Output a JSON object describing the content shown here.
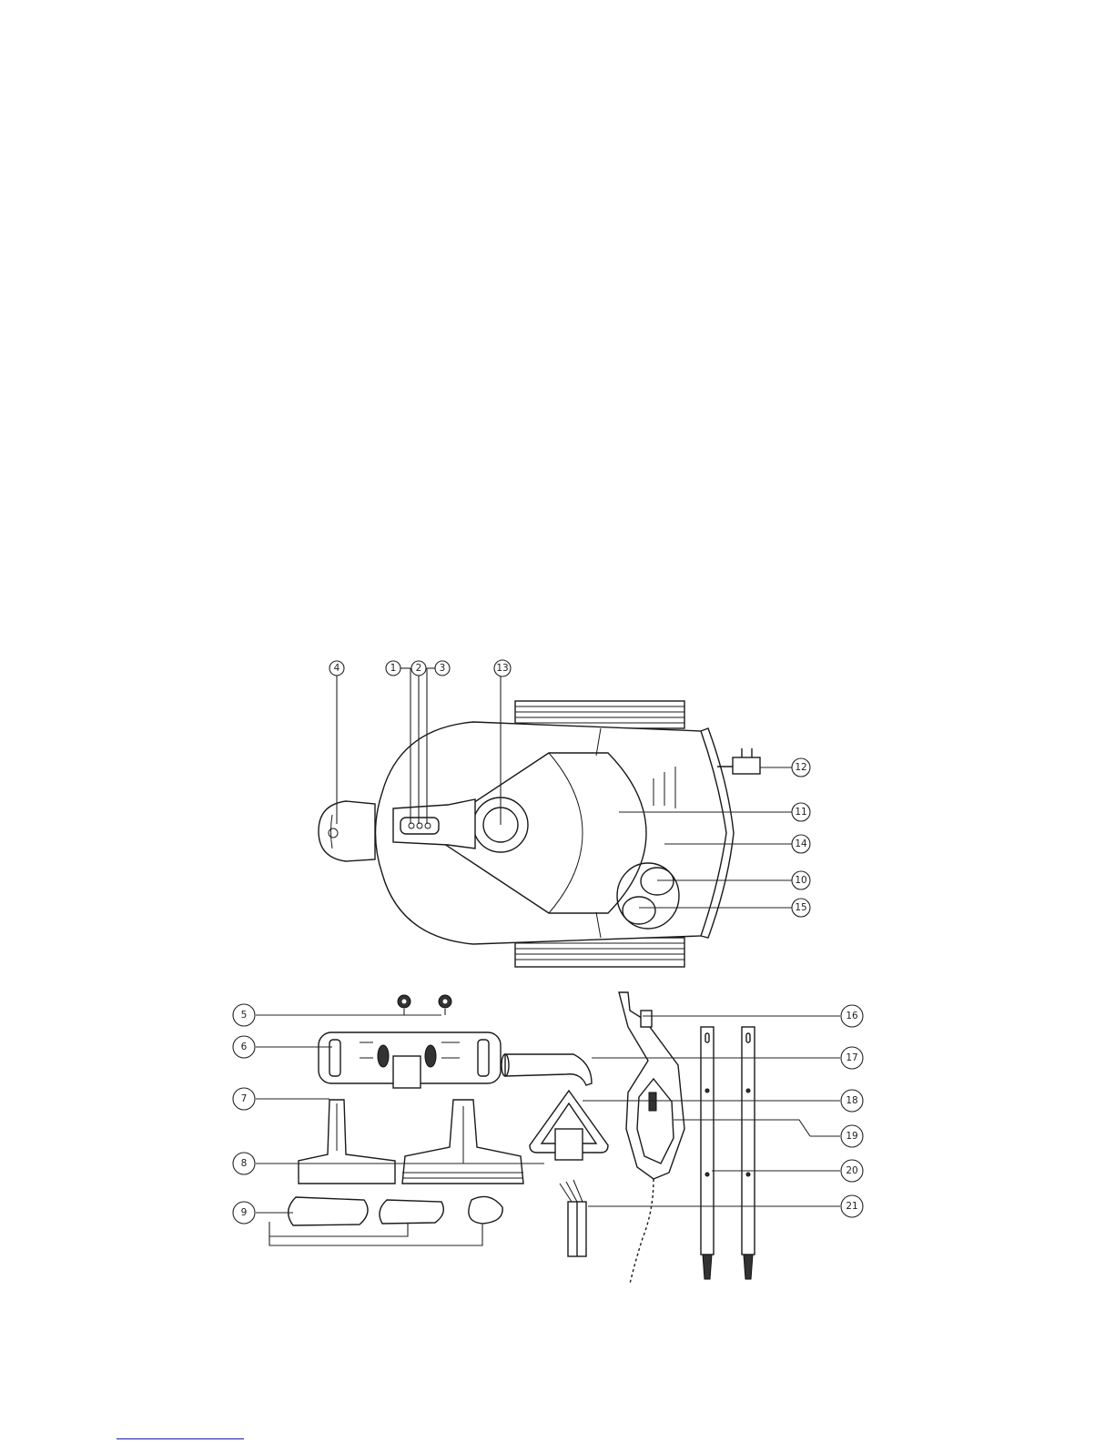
{
  "figure": {
    "type": "exploded parts diagram",
    "callouts": [
      {
        "id": "c1",
        "label": "1"
      },
      {
        "id": "c2",
        "label": "2"
      },
      {
        "id": "c3",
        "label": "3"
      },
      {
        "id": "c4",
        "label": "4"
      },
      {
        "id": "c5",
        "label": "5"
      },
      {
        "id": "c6",
        "label": "6"
      },
      {
        "id": "c7",
        "label": "7"
      },
      {
        "id": "c8",
        "label": "8"
      },
      {
        "id": "c9",
        "label": "9"
      },
      {
        "id": "c10",
        "label": "10"
      },
      {
        "id": "c11",
        "label": "11"
      },
      {
        "id": "c12",
        "label": "12"
      },
      {
        "id": "c13",
        "label": "13"
      },
      {
        "id": "c14",
        "label": "14"
      },
      {
        "id": "c15",
        "label": "15"
      },
      {
        "id": "c16",
        "label": "16"
      },
      {
        "id": "c17",
        "label": "17"
      },
      {
        "id": "c18",
        "label": "18"
      },
      {
        "id": "c19",
        "label": "19"
      },
      {
        "id": "c20",
        "label": "20"
      },
      {
        "id": "c21",
        "label": "21"
      }
    ]
  }
}
